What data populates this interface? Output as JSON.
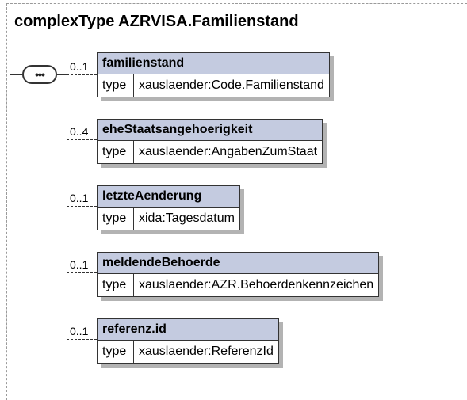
{
  "title": "complexType AZRVISA.Familienstand",
  "elements": [
    {
      "name": "familienstand",
      "multiplicity": "0..1",
      "type_label": "type",
      "type_value": "xauslaender:Code.Familienstand"
    },
    {
      "name": "eheStaatsangehoerigkeit",
      "multiplicity": "0..4",
      "type_label": "type",
      "type_value": "xauslaender:AngabenZumStaat"
    },
    {
      "name": "letzteAenderung",
      "multiplicity": "0..1",
      "type_label": "type",
      "type_value": "xida:Tagesdatum"
    },
    {
      "name": "meldendeBehoerde",
      "multiplicity": "0..1",
      "type_label": "type",
      "type_value": "xauslaender:AZR.Behoerdenkennzeichen"
    },
    {
      "name": "referenz.id",
      "multiplicity": "0..1",
      "type_label": "type",
      "type_value": "xauslaender:ReferenzId"
    }
  ],
  "colors": {
    "header_fill": "#c4cbe0",
    "shadow": "#b3b3b3",
    "line": "#333333"
  },
  "icons": {
    "sequence": "sequence-compositor-icon"
  }
}
